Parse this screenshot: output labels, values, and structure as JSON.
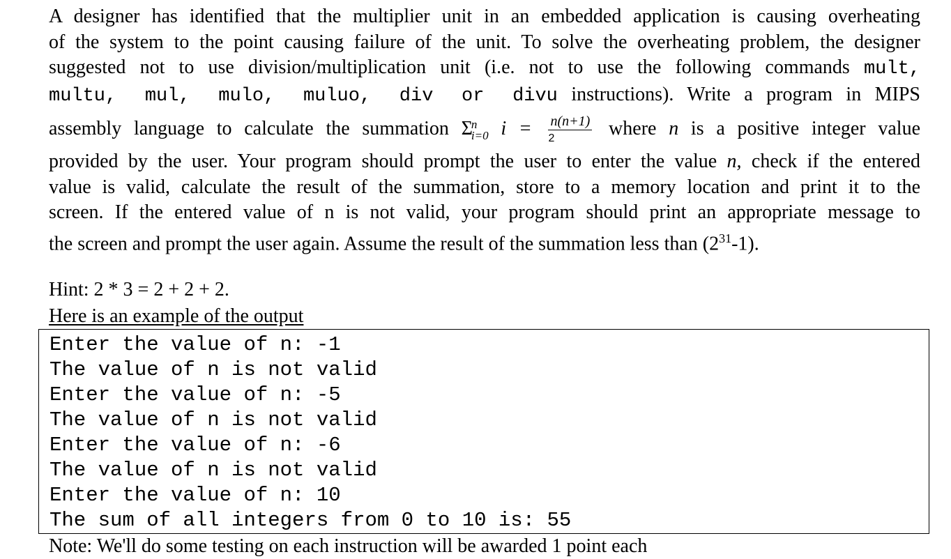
{
  "paragraph": {
    "line1": "A designer has identified that the multiplier unit in an embedded application is causing overheating",
    "line2": "of the system to the point causing failure of the unit. To solve the overheating problem, the designer",
    "line3_text": "suggested not to use division/multiplication unit (i.e. not to use the following commands",
    "line3_code": "mult,",
    "line4_code": "multu, mul, mulo, muluo, div or divu",
    "line4_text": "instructions). Write a program in MIPS",
    "line5_text_a": "assembly language to calculate the summation",
    "line5_sigma": "Σ",
    "line5_sup": "n",
    "line5_sub": "i=0",
    "line5_i": "i =",
    "line5_frac_num": "n(n+1)",
    "line5_frac_den": "2",
    "line5_text_b": "where",
    "line5_n": "n",
    "line5_text_c": "is a positive integer value",
    "line6_text_a": "provided by the user. Your program should prompt the user to enter the value",
    "line6_n": "n,",
    "line6_text_b": "check if the entered",
    "line7": "value is valid, calculate the result of the summation, store to a memory location and print it to the",
    "line8": "screen. If the entered value of n is not valid, your program should print an appropriate message to",
    "line9_text": "the screen and prompt the user again. Assume the result of the summation less than (2",
    "line9_sup": "31",
    "line9_end": "-1)."
  },
  "hint": "Hint: 2 * 3 = 2 + 2 + 2.",
  "example_label": "Here is an example of the output",
  "output_lines": [
    "Enter the value of n: -1",
    "The value of n is not valid",
    "Enter the value of n: -5",
    "The value of n is not valid",
    "Enter the value of n: -6",
    "The value of n is not valid",
    "Enter the value of n: 10",
    "The sum of all integers from 0 to 10 is: 55"
  ],
  "cut_line": "Note: We'll do some testing on each instruction will be awarded 1 point each"
}
